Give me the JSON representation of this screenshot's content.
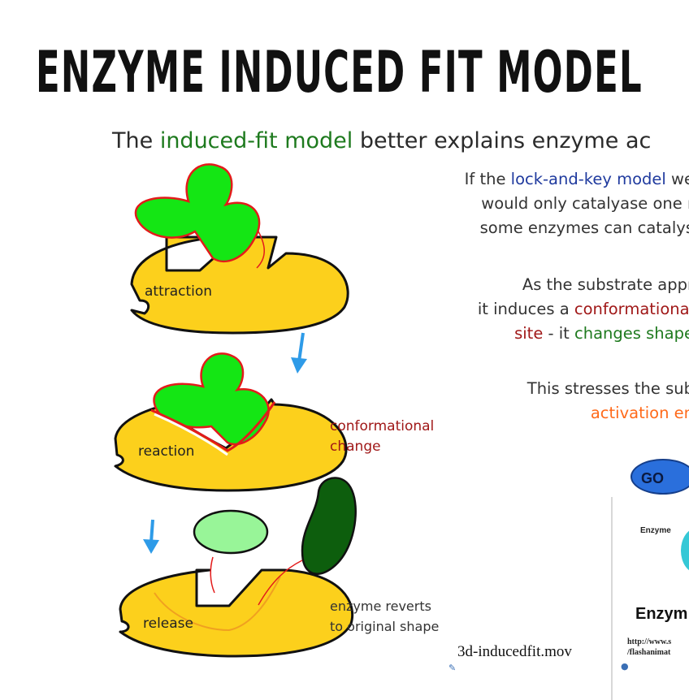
{
  "title": "ENZYME INDUCED FIT MODEL",
  "subtitle": {
    "pre": "The ",
    "highlight": "induced-fit model",
    "post": " better explains enzyme ac"
  },
  "para1": {
    "line1_pre": "If the ",
    "line1_highlight": "lock-and-key model",
    "line1_post": " we",
    "line2": "would only catalyase one r",
    "line3": "some enzymes can catalys"
  },
  "para2": {
    "line1": "As the substrate appr",
    "line2_pre": "it induces a ",
    "line2_highlight": "conformational",
    "line3_red": "site",
    "line3_mid": " - it ",
    "line3_green": "changes shape"
  },
  "para3": {
    "line1": "This stresses the sub",
    "line2": "activation en"
  },
  "diagram": {
    "labels": {
      "attraction": "attraction",
      "reaction": "reaction",
      "release": "release"
    },
    "conformational": [
      "conformational",
      "change"
    ],
    "reverts": [
      "enzyme reverts",
      "to original shape"
    ],
    "colors": {
      "enzyme": "#fcd01c",
      "substrate": "#14e614",
      "product_light": "#98f598",
      "product_dark": "#0d5e0d",
      "outline": "#e31b1b",
      "arrow": "#2e9be8"
    }
  },
  "file_caption": "3d-inducedfit.mov",
  "go_button": "GO",
  "preview": {
    "enzyme_label": "Enzyme",
    "heading": "Enzym",
    "url_line1": "http://www.s",
    "url_line2": "/flashanimat"
  }
}
